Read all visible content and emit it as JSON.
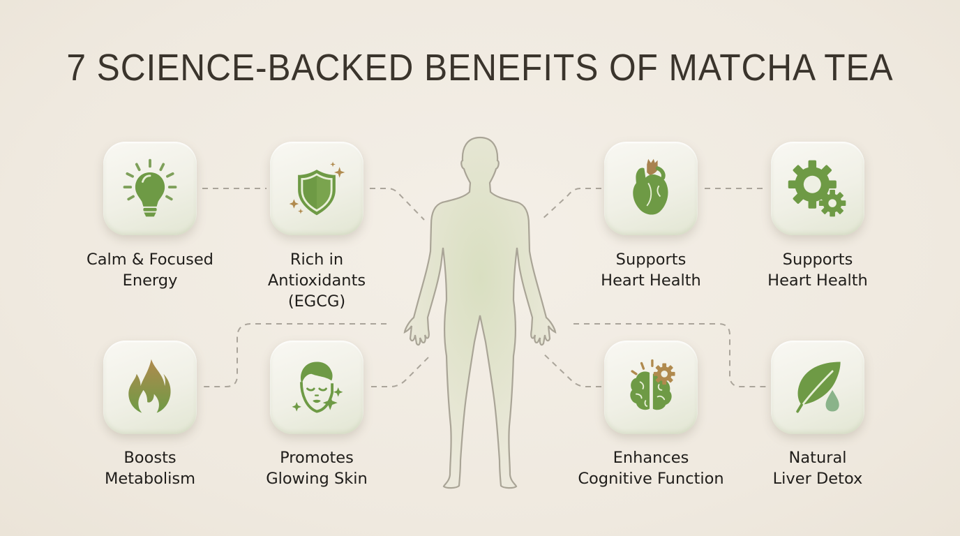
{
  "title": "7 SCIENCE-BACKED BENEFITS OF MATCHA TEA",
  "colors": {
    "background": "#efe9df",
    "title_text": "#3a342c",
    "icon_green": "#6e9a45",
    "icon_accent_brown": "#b08a4e",
    "connector": "#aaa49a",
    "body_fill": "#dfe3cc",
    "body_outline": "#a9a496"
  },
  "benefits": [
    {
      "id": "energy",
      "icon": "lightbulb-icon",
      "lines": [
        "Calm & Focused",
        "Energy"
      ]
    },
    {
      "id": "antioxidants",
      "icon": "shield-icon",
      "lines": [
        "Rich in",
        "Antioxidants",
        "(EGCG)"
      ]
    },
    {
      "id": "heart",
      "icon": "heart-organ-icon",
      "lines": [
        "Supports",
        "Heart Health"
      ]
    },
    {
      "id": "gears",
      "icon": "gears-icon",
      "lines": [
        "Supports",
        "Heart Health"
      ]
    },
    {
      "id": "metabolism",
      "icon": "flame-icon",
      "lines": [
        "Boosts",
        "Metabolism"
      ]
    },
    {
      "id": "skin",
      "icon": "face-sparkle-icon",
      "lines": [
        "Promotes",
        "Glowing Skin"
      ]
    },
    {
      "id": "cognitive",
      "icon": "brain-gear-icon",
      "lines": [
        "Enhances",
        "Cognitive Function"
      ]
    },
    {
      "id": "liver",
      "icon": "leaf-drop-icon",
      "lines": [
        "Natural",
        "Liver Detox"
      ]
    }
  ],
  "center_figure": "human-body-silhouette"
}
